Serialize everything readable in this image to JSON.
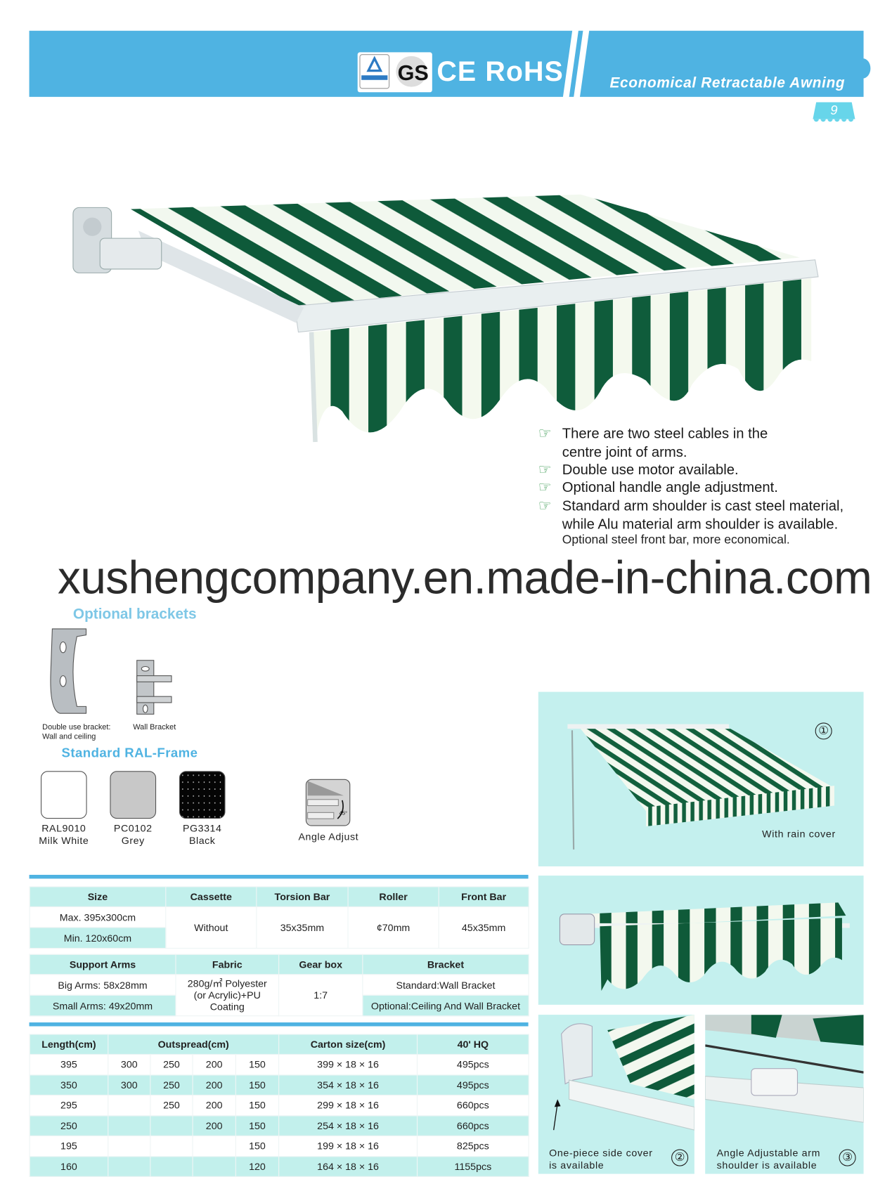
{
  "header": {
    "logos": [
      "TÜVRheinland CERTIFIED",
      "GS"
    ],
    "cert_text": "CE RoHS",
    "title": "Economical Retractable Awning",
    "page_number": "9"
  },
  "features": [
    {
      "icon": "pointing-hand-icon",
      "text": [
        "There are two steel cables in the",
        "centre joint of arms."
      ]
    },
    {
      "icon": "pointing-hand-icon",
      "text": [
        "Double use motor available."
      ]
    },
    {
      "icon": "pointing-hand-icon",
      "text": [
        "Optional handle angle adjustment."
      ]
    },
    {
      "icon": "pointing-hand-icon",
      "text": [
        "Standard arm shoulder is cast steel material,",
        "while Alu material arm shoulder is available."
      ]
    }
  ],
  "features_note": "Optional steel front bar, more economical.",
  "watermark": "xushengcompany.en.made-in-china.com",
  "brackets": {
    "heading": "Optional brackets",
    "items": [
      {
        "caption": [
          "Double use bracket:",
          "Wall and ceiling"
        ]
      },
      {
        "caption": [
          "Wall Bracket"
        ]
      }
    ]
  },
  "frame": {
    "heading": "Standard RAL-Frame",
    "swatches": [
      {
        "code": "RAL9010",
        "name": "Milk White",
        "color": "#ffffff"
      },
      {
        "code": "PC0102",
        "name": "Grey",
        "color": "#c8c8c8"
      },
      {
        "code": "PG3314",
        "name": "Black",
        "color": "#050505"
      }
    ],
    "angle_adjust": {
      "label": "Angle Adjust",
      "angle": "45°"
    }
  },
  "spec1": {
    "headers": [
      "Size",
      "Cassette",
      "Torsion Bar",
      "Roller",
      "Front Bar"
    ],
    "size_max": "Max. 395x300cm",
    "size_min": "Min. 120x60cm",
    "cassette": "Without",
    "torsion_bar": "35x35mm",
    "roller": "¢70mm",
    "front_bar": "45x35mm"
  },
  "spec2": {
    "headers": [
      "Support Arms",
      "Fabric",
      "Gear box",
      "Bracket"
    ],
    "big_arms": "Big Arms: 58x28mm",
    "small_arms": "Small Arms: 49x20mm",
    "fabric": [
      "280g/㎡ Polyester",
      "(or Acrylic)+PU",
      "Coating"
    ],
    "gear_box": "1:7",
    "bracket_standard": "Standard:Wall Bracket",
    "bracket_optional": "Optional:Ceiling And Wall Bracket"
  },
  "spec3": {
    "headers": [
      "Length(cm)",
      "Outspread(cm)",
      "Carton size(cm)",
      "40' HQ"
    ],
    "rows": [
      {
        "length": "395",
        "outspread": [
          "300",
          "250",
          "200",
          "150"
        ],
        "carton": "399 × 18 × 16",
        "hq": "495pcs"
      },
      {
        "length": "350",
        "outspread": [
          "300",
          "250",
          "200",
          "150"
        ],
        "carton": "354 × 18 × 16",
        "hq": "495pcs"
      },
      {
        "length": "295",
        "outspread": [
          "",
          "250",
          "200",
          "150"
        ],
        "carton": "299 × 18 × 16",
        "hq": "660pcs"
      },
      {
        "length": "250",
        "outspread": [
          "",
          "",
          "200",
          "150"
        ],
        "carton": "254 × 18 × 16",
        "hq": "660pcs"
      },
      {
        "length": "195",
        "outspread": [
          "",
          "",
          "",
          "150"
        ],
        "carton": "199 × 18 × 16",
        "hq": "825pcs"
      },
      {
        "length": "160",
        "outspread": [
          "",
          "",
          "",
          "120"
        ],
        "carton": "164 × 18 × 16",
        "hq": "1155pcs"
      }
    ]
  },
  "panels": [
    {
      "number": "①",
      "caption": [
        "With rain cover"
      ]
    },
    {
      "number": "",
      "caption": []
    },
    {
      "number": "②",
      "caption": [
        "One-piece side cover",
        "is available"
      ]
    },
    {
      "number": "③",
      "caption": [
        "Angle Adjustable arm",
        "shoulder is available"
      ]
    }
  ],
  "colors": {
    "brand_blue": "#4fb3e2",
    "table_cyan": "#c2f0ec",
    "panel_bg": "#c4f0ee",
    "stripe_green": "#0e5a3a"
  }
}
